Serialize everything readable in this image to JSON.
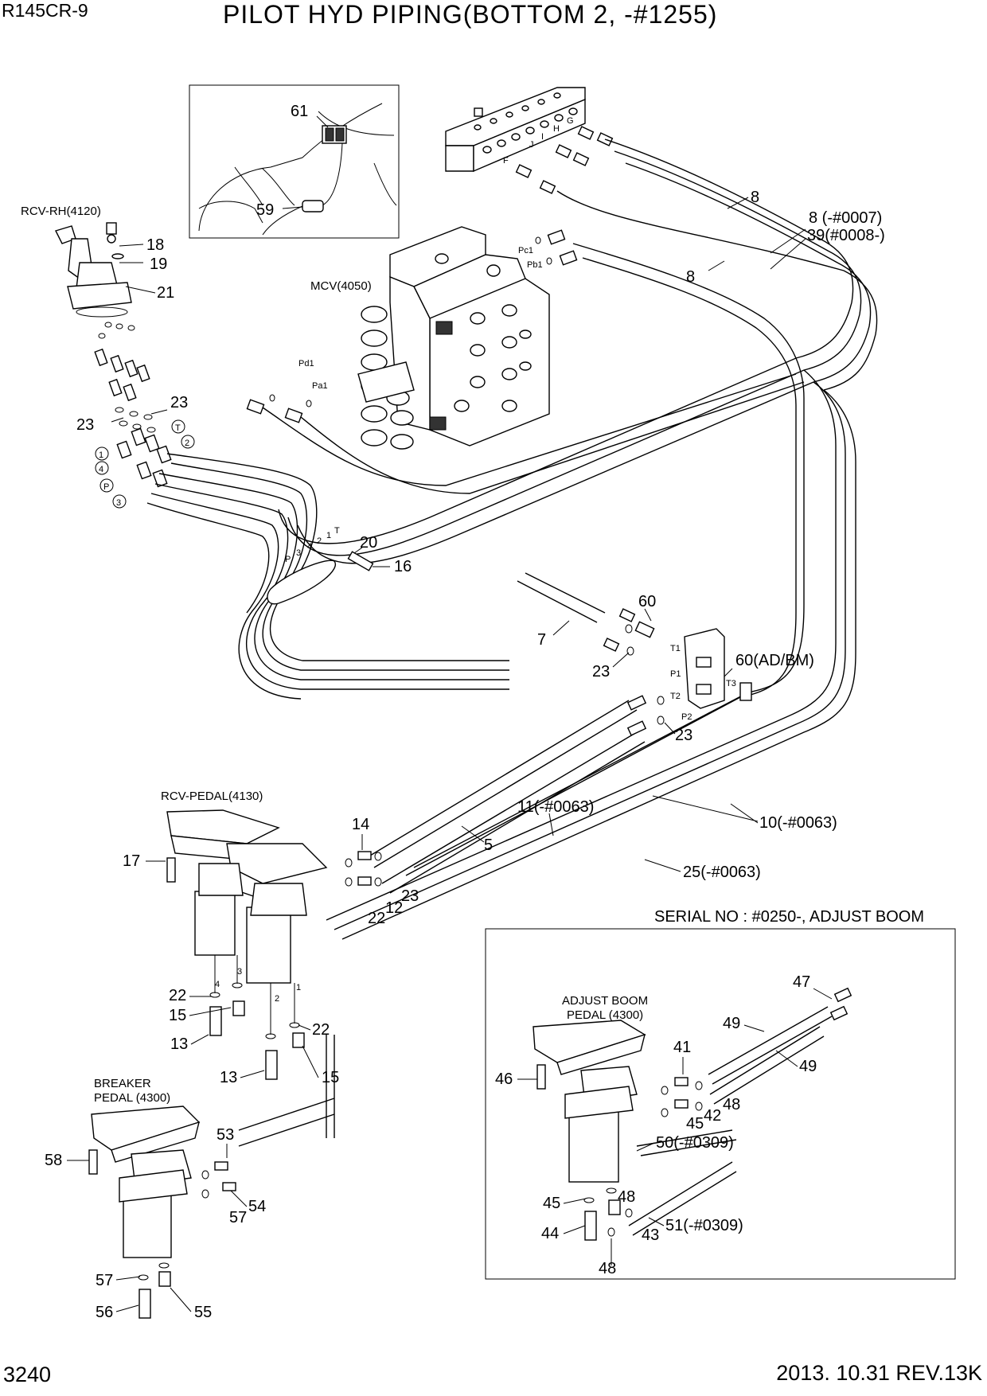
{
  "header": {
    "model": "R145CR-9",
    "title": "PILOT HYD PIPING(BOTTOM 2, -#1255)"
  },
  "footer": {
    "page_number": "3240",
    "revision": "2013. 10.31  REV.13K"
  },
  "components": {
    "rcv_rh": "RCV-RH(4120)",
    "mcv": "MCV(4050)",
    "rcv_pedal": "RCV-PEDAL(4130)",
    "breaker_pedal_1": "BREAKER",
    "breaker_pedal_2": "PEDAL (4300)",
    "adjust_boom_pedal_1": "ADJUST BOOM",
    "adjust_boom_pedal_2": "PEDAL (4300)",
    "serial_note": "SERIAL NO : #0250-, ADJUST BOOM"
  },
  "port_labels": {
    "pc1": "Pc1",
    "pb1": "Pb1",
    "pd1": "Pd1",
    "pa1": "Pa1",
    "t1": "T1",
    "t2": "T2",
    "t3": "T3",
    "p1": "P1",
    "p2": "P2",
    "g": "G",
    "h": "H",
    "i": "I",
    "j": "J",
    "f": "F",
    "circ_1": "1",
    "circ_2": "2",
    "circ_3": "3",
    "circ_4": "4",
    "circ_t": "T",
    "circ_p": "P",
    "bundle_p": "P",
    "bundle_3": "3",
    "bundle_4": "4",
    "bundle_2": "2",
    "bundle_1": "1",
    "bundle_t": "T",
    "pedal_1": "1",
    "pedal_2": "2",
    "pedal_3": "3",
    "pedal_4": "4"
  },
  "callouts": {
    "c61": "61",
    "c59": "59",
    "c18": "18",
    "c19": "19",
    "c21": "21",
    "c23a": "23",
    "c23b": "23",
    "c20": "20",
    "c16": "16",
    "c8a": "8",
    "c8b": "8  (-#0007)",
    "c39": "39(#0008-)",
    "c8c": "8",
    "c60": "60",
    "c7": "7",
    "c60ad": "60(AD/BM)",
    "c23c": "23",
    "c23d": "23",
    "c14": "14",
    "c17": "17",
    "c11": "11(-#0063)",
    "c5": "5",
    "c10": "10(-#0063)",
    "c25": "25(-#0063)",
    "c23e": "23",
    "c12": "12",
    "c22a": "22",
    "c22b": "22",
    "c15a": "15",
    "c13a": "13",
    "c22c": "22",
    "c13b": "13",
    "c15b": "15",
    "c58": "58",
    "c53": "53",
    "c54": "54",
    "c57a": "57",
    "c57b": "57",
    "c56": "56",
    "c55": "55",
    "c47": "47",
    "c49a": "49",
    "c49b": "49",
    "c41": "41",
    "c46": "46",
    "c42": "42",
    "c48a": "48",
    "c45a": "45",
    "c50": "50(-#0309)",
    "c48b": "48",
    "c45b": "45",
    "c44": "44",
    "c43": "43",
    "c51": "51(-#0309)",
    "c48c": "48"
  }
}
